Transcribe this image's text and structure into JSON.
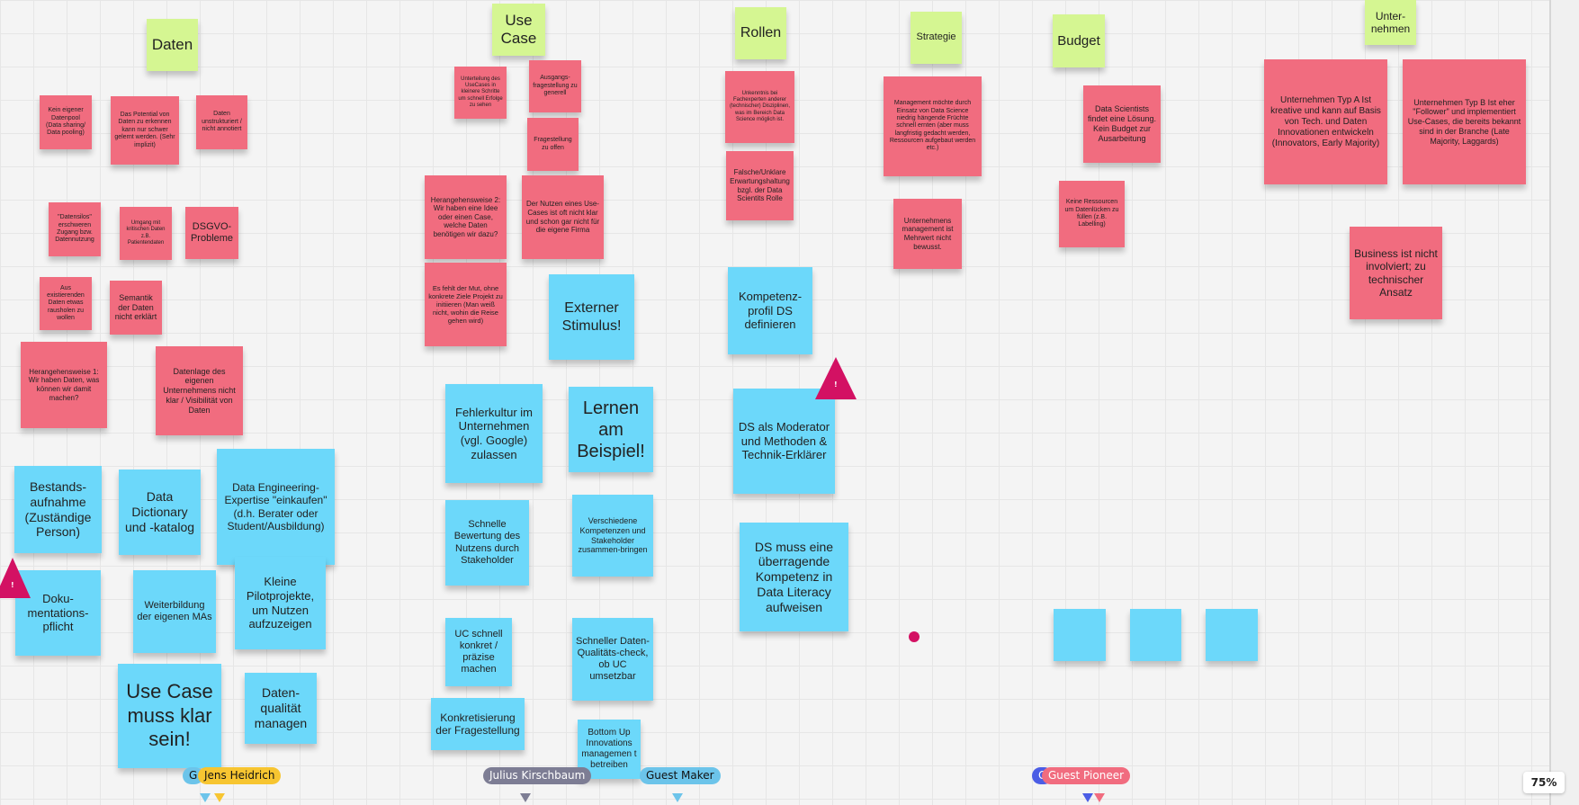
{
  "colors": {
    "green": "#d5f692",
    "pink": "#f16c7f",
    "blue": "#6cd8fa",
    "warning": "#d31163"
  },
  "notes": [
    {
      "id": "header-daten",
      "color": "green",
      "text": "Daten"
    },
    {
      "id": "header-use-case",
      "color": "green",
      "text": "Use\nCase"
    },
    {
      "id": "header-rollen",
      "color": "green",
      "text": "Rollen"
    },
    {
      "id": "header-strategie",
      "color": "green",
      "text": "Strategie"
    },
    {
      "id": "header-budget",
      "color": "green",
      "text": "Budget"
    },
    {
      "id": "header-unternehmen",
      "color": "green",
      "text": "Unter-\nnehmen"
    },
    {
      "id": "d1",
      "color": "pink",
      "text": "Kein eigener Datenpool (Data sharing/ Data pooling)"
    },
    {
      "id": "d2",
      "color": "pink",
      "text": "Das Potential von Daten zu erkennen kann nur schwer gelernt werden. (Sehr implizit)"
    },
    {
      "id": "d3",
      "color": "pink",
      "text": "Daten unstrukturiert / nicht annotiert"
    },
    {
      "id": "d4",
      "color": "pink",
      "text": "\"Datensilos\" erschweren Zugang bzw. Datennutzung"
    },
    {
      "id": "d5",
      "color": "pink",
      "text": "Umgang mit kritischen Daten z.B. Patientendaten"
    },
    {
      "id": "d6",
      "color": "pink",
      "text": "DSGVO-Probleme"
    },
    {
      "id": "d7",
      "color": "pink",
      "text": "Aus existierenden Daten etwas rausholen zu wollen"
    },
    {
      "id": "d8",
      "color": "pink",
      "text": "Semantik der Daten nicht erklärt"
    },
    {
      "id": "d9",
      "color": "pink",
      "text": "Herangehensweise 1: Wir haben Daten, was können wir damit machen?"
    },
    {
      "id": "d10",
      "color": "pink",
      "text": "Datenlage des eigenen Unternehmens nicht klar / Visibilität von Daten"
    },
    {
      "id": "d11",
      "color": "blue",
      "text": "Bestands-aufnahme (Zuständige Person)"
    },
    {
      "id": "d12",
      "color": "blue",
      "text": "Data Dictionary und -katalog"
    },
    {
      "id": "d13",
      "color": "blue",
      "text": "Data Engineering-Expertise \"einkaufen\" (d.h. Berater oder Student/Ausbildung)"
    },
    {
      "id": "d14",
      "color": "blue",
      "text": "Doku-mentations-pflicht"
    },
    {
      "id": "d15",
      "color": "blue",
      "text": "Weiterbildung der eigenen MAs"
    },
    {
      "id": "d16",
      "color": "blue",
      "text": "Kleine Pilotprojekte, um Nutzen aufzuzeigen"
    },
    {
      "id": "d17",
      "color": "blue",
      "text": "Use Case muss klar sein!"
    },
    {
      "id": "d18",
      "color": "blue",
      "text": "Daten-qualität managen"
    },
    {
      "id": "u1",
      "color": "pink",
      "text": "Unterteilung des UseCases in kleinere Schritte um schnell Erfolge zu sehen"
    },
    {
      "id": "u2",
      "color": "pink",
      "text": "Ausgangs-fragestellung zu generell"
    },
    {
      "id": "u3",
      "color": "pink",
      "text": "Fragestellung zu offen"
    },
    {
      "id": "u4",
      "color": "pink",
      "text": "Herangehensweise 2: Wir haben eine Idee oder einen Case, welche Daten benötigen wir dazu?"
    },
    {
      "id": "u5",
      "color": "pink",
      "text": "Der Nutzen eines Use-Cases ist oft nicht klar und schon gar nicht für die eigene Firma"
    },
    {
      "id": "u6",
      "color": "pink",
      "text": "Es fehlt der Mut, ohne konkrete Ziele Projekt zu initiieren (Man weiß nicht, wohin die Reise gehen wird)"
    },
    {
      "id": "u7",
      "color": "blue",
      "text": "Externer Stimulus!"
    },
    {
      "id": "u8",
      "color": "blue",
      "text": "Fehlerkultur im Unternehmen (vgl. Google) zulassen"
    },
    {
      "id": "u9",
      "color": "blue",
      "text": "Lernen am Beispiel!"
    },
    {
      "id": "u10",
      "color": "blue",
      "text": "Schnelle Bewertung des Nutzens durch Stakeholder"
    },
    {
      "id": "u11",
      "color": "blue",
      "text": "Verschiedene Kompetenzen und Stakeholder zusammen-bringen"
    },
    {
      "id": "u12",
      "color": "blue",
      "text": "UC schnell konkret / präzise machen"
    },
    {
      "id": "u13",
      "color": "blue",
      "text": "Schneller Daten-Qualitäts-check, ob UC umsetzbar"
    },
    {
      "id": "u14",
      "color": "blue",
      "text": "Konkretisierung der Fragestellung"
    },
    {
      "id": "u15",
      "color": "blue",
      "text": "Bottom Up Innovations managemen t betreiben"
    },
    {
      "id": "r1",
      "color": "pink",
      "text": "Unkenntnis bei Fachexperten anderer (technischer) Disziplinen, was im Bereich Data Science möglich ist."
    },
    {
      "id": "r2",
      "color": "pink",
      "text": "Falsche/Unklare Erwartungshaltung bzgl. der Data Scientits Rolle"
    },
    {
      "id": "r3",
      "color": "blue",
      "text": "Kompetenz-profil DS definieren"
    },
    {
      "id": "r4",
      "color": "blue",
      "text": "DS als Moderator und Methoden & Technik-Erklärer"
    },
    {
      "id": "r5",
      "color": "blue",
      "text": "DS muss eine überragende Kompetenz in Data Literacy aufweisen"
    },
    {
      "id": "s1",
      "color": "pink",
      "text": "Management möchte durch Einsatz von Data Science niedrig hängende Früchte schnell ernten (aber muss langfristig gedacht werden, Ressourcen aufgebaut werden etc.)"
    },
    {
      "id": "s2",
      "color": "pink",
      "text": "Unternehmens management ist Mehrwert nicht bewusst."
    },
    {
      "id": "b1",
      "color": "pink",
      "text": "Data Scientists findet eine Lösung. Kein Budget zur Ausarbeitung"
    },
    {
      "id": "b2",
      "color": "pink",
      "text": "Keine Ressourcen um Datenlücken zu füllen (z.B. Labelling)"
    },
    {
      "id": "b3",
      "color": "blue",
      "text": ""
    },
    {
      "id": "b4",
      "color": "blue",
      "text": ""
    },
    {
      "id": "b5",
      "color": "blue",
      "text": ""
    },
    {
      "id": "c1",
      "color": "pink",
      "text": "Unternehmen Typ A Ist kreative und kann auf Basis von Tech. und Daten  Innovationen entwickeln (Innovators, Early Majority)"
    },
    {
      "id": "c2",
      "color": "pink",
      "text": "Unternehmen Typ B Ist eher \"Follower\" und implementiert Use-Cases, die bereits bekannt sind in der Branche (Late Majority, Laggards)"
    },
    {
      "id": "c3",
      "color": "pink",
      "text": "Business ist nicht involviert; zu technischer Ansatz"
    }
  ],
  "cursors": [
    {
      "label": "G",
      "bg": "#6cc4ea",
      "fg": "#111"
    },
    {
      "label": "Jens Heidrich",
      "bg": "#f7c531",
      "fg": "#111"
    },
    {
      "label": "Julius Kirschbaum",
      "bg": "#7d7d94",
      "fg": "#ffffff"
    },
    {
      "label": "Guest Maker",
      "bg": "#6cc4ea",
      "fg": "#111"
    },
    {
      "label": "G",
      "bg": "#4b5de5",
      "fg": "#ffffff"
    },
    {
      "label": "Guest Pioneer",
      "bg": "#f16c7f",
      "fg": "#ffffff"
    }
  ],
  "warning_icon_glyph": "!",
  "zoom_level": "75%"
}
